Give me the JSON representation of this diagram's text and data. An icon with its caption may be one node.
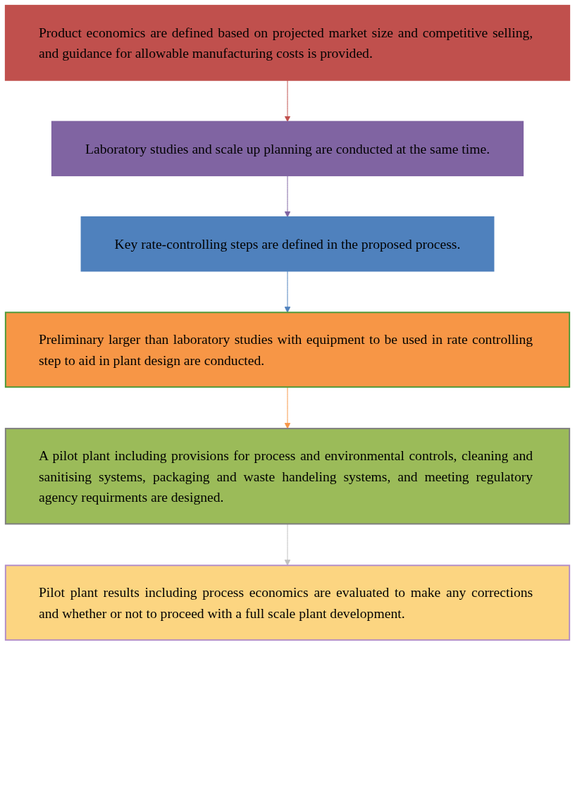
{
  "diagram": {
    "nodes": [
      {
        "text": [
          "Product economics are defined based on projected market size and competitive selling, and guidance for allowable manufacturing costs is provided."
        ]
      },
      {
        "text": [
          "Laboratory studies and scale up planning are conducted at the same time."
        ]
      },
      {
        "text": [
          "Key rate-controlling steps are defined in the proposed process."
        ]
      },
      {
        "text": [
          "Preliminary larger than laboratory studies with equipment to be used in rate controlling step to aid in plant design are conducted."
        ]
      },
      {
        "text": [
          "A pilot plant including provisions for process and environmental controls, cleaning and sanitising systems, packaging and waste handeling systems, and meeting regulatory agency requirments are designed."
        ]
      },
      {
        "text": [
          "Pilot plant results including process economics are evaluated to make any corrections and whether or not to proceed with a full scale plant development."
        ]
      }
    ],
    "edges": [
      {
        "from": 0,
        "to": 1,
        "arrow": "to",
        "color": "#c0504d"
      },
      {
        "from": 1,
        "to": 2,
        "arrow": "to",
        "color": "#8064a2"
      },
      {
        "from": 2,
        "to": 3,
        "arrow": "to",
        "color": "#4f81bd"
      },
      {
        "from": 3,
        "to": 4,
        "arrow": "to",
        "color": "#f79646"
      },
      {
        "from": 4,
        "to": 5,
        "arrow": "to",
        "color": "#c0c0c0"
      }
    ]
  }
}
